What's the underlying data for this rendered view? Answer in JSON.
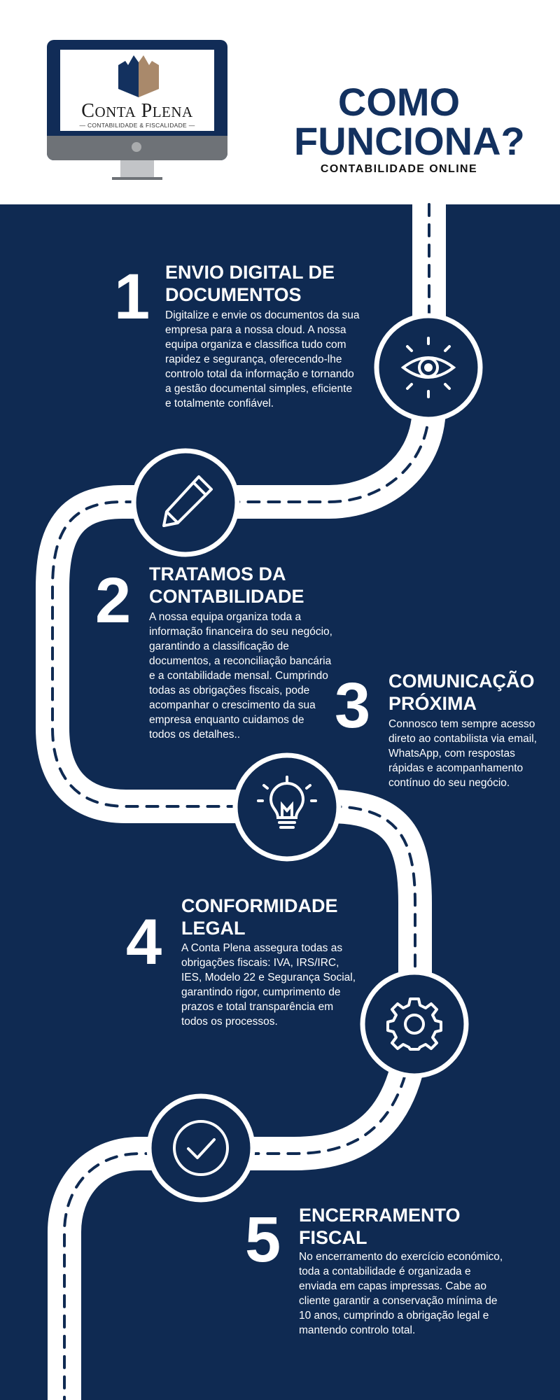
{
  "colors": {
    "navy": "#0f2a52",
    "white": "#ffffff",
    "brand_bronze": "#a9896b",
    "grey": "#6e7277"
  },
  "logo": {
    "name_first_initial": "C",
    "name_first_rest": "ONTA",
    "name_second_initial": "P",
    "name_second_rest": "LENA",
    "tagline": "— CONTABILIDADE & FISCALIDADE —"
  },
  "header": {
    "title_line1": "COMO",
    "title_line2": "FUNCIONA?",
    "subtitle": "CONTABILIDADE ONLINE"
  },
  "steps": [
    {
      "number": "1",
      "title_line1": "ENVIO DIGITAL DE",
      "title_line2": "DOCUMENTOS",
      "text_lines": [
        "Digitalize e envie os documentos da sua",
        "empresa para a nossa cloud. A nossa",
        "equipa organiza e classifica tudo com",
        "rapidez e segurança, oferecendo-lhe",
        "controlo total da informação e tornando",
        "a gestão documental simples, eficiente",
        "e totalmente confiável."
      ],
      "icon": "eye-icon"
    },
    {
      "number": "2",
      "title_line1": "TRATAMOS DA",
      "title_line2": "CONTABILIDADE",
      "text_lines": [
        "A nossa equipa organiza toda a",
        "informação financeira do seu negócio,",
        "garantindo a classificação de",
        "documentos, a reconciliação bancária",
        "e a contabilidade mensal. Cumprindo",
        "todas as obrigações fiscais, pode",
        "acompanhar o crescimento da sua",
        "empresa enquanto cuidamos de",
        "todos os detalhes.."
      ],
      "icon": "pencil-icon"
    },
    {
      "number": "3",
      "title_line1": "COMUNICAÇÃO",
      "title_line2": "PRÓXIMA",
      "text_lines": [
        "Connosco tem sempre acesso",
        "direto ao contabilista via email,",
        "WhatsApp, com respostas",
        "rápidas e acompanhamento",
        "contínuo do seu negócio."
      ],
      "icon": "lightbulb-icon"
    },
    {
      "number": "4",
      "title_line1": "CONFORMIDADE",
      "title_line2": "LEGAL",
      "text_lines": [
        "A Conta Plena assegura todas as",
        "obrigações fiscais: IVA, IRS/IRC,",
        "IES, Modelo 22 e Segurança Social,",
        "garantindo rigor, cumprimento de",
        "prazos e total transparência em",
        "todos os processos."
      ],
      "icon": "gear-icon"
    },
    {
      "number": "5",
      "title_line1": "ENCERRAMENTO",
      "title_line2": "FISCAL",
      "text_lines": [
        "No encerramento do exercício económico,",
        "toda a contabilidade é organizada e",
        "enviada em capas impressas. Cabe ao",
        "cliente garantir a conservação mínima de",
        "10 anos, cumprindo a obrigação legal e",
        "mantendo controlo total."
      ],
      "icon": "checkmark-icon"
    }
  ]
}
